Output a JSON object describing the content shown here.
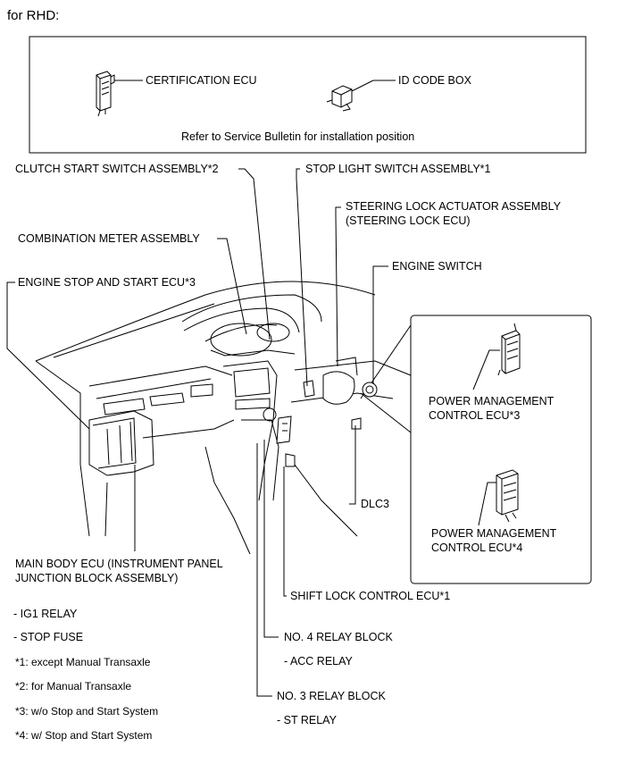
{
  "heading": "for RHD:",
  "inset_box": {
    "certification_ecu": "CERTIFICATION ECU",
    "id_code_box": "ID CODE BOX",
    "note": "Refer to Service Bulletin for installation position"
  },
  "labels": {
    "clutch_start_switch": "CLUTCH START SWITCH ASSEMBLY*2",
    "stop_light_switch": "STOP LIGHT SWITCH ASSEMBLY*1",
    "steering_lock_actuator_1": "STEERING LOCK ACTUATOR ASSEMBLY",
    "steering_lock_actuator_2": "(STEERING LOCK ECU)",
    "combination_meter": "COMBINATION METER ASSEMBLY",
    "engine_switch": "ENGINE SWITCH",
    "engine_stop_start_ecu": "ENGINE STOP AND START ECU*3",
    "power_mgmt_3_line1": "POWER MANAGEMENT",
    "power_mgmt_3_line2": "CONTROL ECU*3",
    "power_mgmt_4_line1": "POWER MANAGEMENT",
    "power_mgmt_4_line2": "CONTROL ECU*4",
    "dlc3": "DLC3",
    "main_body_ecu_line1": "MAIN BODY ECU (INSTRUMENT PANEL",
    "main_body_ecu_line2": "JUNCTION BLOCK ASSEMBLY)",
    "shift_lock_control_ecu": "SHIFT LOCK CONTROL ECU*1",
    "ig1_relay": "- IG1 RELAY",
    "stop_fuse": "- STOP FUSE",
    "no4_relay_block": "NO. 4 RELAY BLOCK",
    "acc_relay": "- ACC RELAY",
    "no3_relay_block": "NO. 3 RELAY BLOCK",
    "st_relay": "- ST RELAY"
  },
  "footnotes": [
    "*1: except Manual Transaxle",
    "*2: for Manual Transaxle",
    "*3: w/o Stop and Start System",
    "*4: w/ Stop and Start System"
  ]
}
